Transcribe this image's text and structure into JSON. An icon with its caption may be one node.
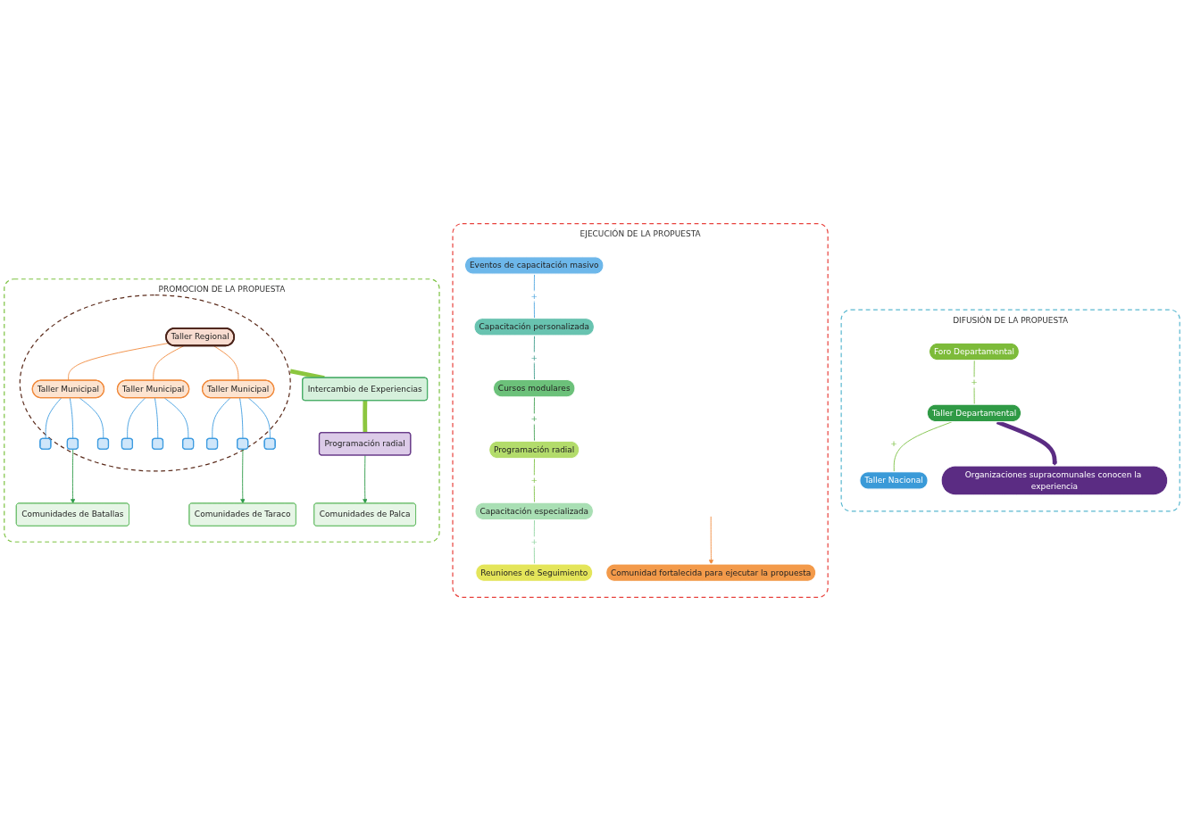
{
  "diagram": {
    "nodes": [
      {
        "text": [
          "PROMOCION DE LA PROPUESTA"
        ]
      },
      {
        "text": [
          "EJECUCIÓN DE LA PROPUESTA"
        ]
      },
      {
        "text": [
          "DIFUSIÓN DE LA PROPUESTA"
        ]
      },
      {
        "text": [],
        "shape": "ellipse",
        "in": 0
      },
      {
        "text": [
          "Taller Regional"
        ],
        "in": 3
      },
      {
        "text": [
          "Taller Municipal"
        ],
        "in": 3
      },
      {
        "text": [
          "Taller Municipal"
        ],
        "in": 3
      },
      {
        "text": [
          "Taller Municipal"
        ],
        "in": 3
      },
      {
        "text": [],
        "shape": "box",
        "in": 3
      },
      {
        "text": [],
        "shape": "box",
        "in": 3
      },
      {
        "text": [],
        "shape": "box",
        "in": 3
      },
      {
        "text": [],
        "shape": "box",
        "in": 3
      },
      {
        "text": [],
        "shape": "box",
        "in": 3
      },
      {
        "text": [],
        "shape": "box",
        "in": 3
      },
      {
        "text": [],
        "shape": "box",
        "in": 3
      },
      {
        "text": [],
        "shape": "box",
        "in": 3
      },
      {
        "text": [],
        "shape": "box",
        "in": 3
      },
      {
        "text": [
          "Intercambio de Experiencias"
        ],
        "in": 0
      },
      {
        "text": [
          "Programación radial"
        ],
        "in": 0
      },
      {
        "text": [
          "Comunidades de Batallas"
        ],
        "in": 0
      },
      {
        "text": [
          "Comunidades de Palca"
        ],
        "in": 0
      },
      {
        "text": [
          "Comunidades de Taraco"
        ],
        "in": 0
      },
      {
        "text": [
          "Eventos de capacitación masivo"
        ],
        "in": 1
      },
      {
        "text": [
          "Capacitación personalizada"
        ],
        "in": 1
      },
      {
        "text": [
          "Cursos modulares"
        ],
        "in": 1
      },
      {
        "text": [
          "Programación radial"
        ],
        "in": 1
      },
      {
        "text": [
          "Capacitación especializada"
        ],
        "in": 1
      },
      {
        "text": [
          "Reuniones de Seguimiento"
        ],
        "in": 1
      },
      {
        "text": [
          "Comunidad fortalecida para ejecutar la propuesta"
        ],
        "in": 1
      },
      {
        "text": [
          "Foro Departamental"
        ],
        "in": 2
      },
      {
        "text": [
          "Taller Departamental"
        ],
        "in": 2
      },
      {
        "text": [
          "Taller Nacional"
        ],
        "in": 2
      },
      {
        "text": [
          "Organizaciones supracomunales conocen la experiencia"
        ],
        "in": 2
      }
    ],
    "edges": [
      {
        "from": 4,
        "to": 5,
        "arrow": "none",
        "color": "#f08a3c"
      },
      {
        "from": 4,
        "to": 6,
        "arrow": "none",
        "color": "#f08a3c"
      },
      {
        "from": 4,
        "to": 7,
        "arrow": "none",
        "color": "#f08a3c"
      },
      {
        "from": 5,
        "to": 8,
        "arrow": "none",
        "color": "#3d9be0"
      },
      {
        "from": 5,
        "to": 9,
        "arrow": "none",
        "color": "#3d9be0"
      },
      {
        "from": 5,
        "to": 10,
        "arrow": "none",
        "color": "#3d9be0"
      },
      {
        "from": 6,
        "to": 11,
        "arrow": "none",
        "color": "#3d9be0"
      },
      {
        "from": 6,
        "to": 12,
        "arrow": "none",
        "color": "#3d9be0"
      },
      {
        "from": 6,
        "to": 13,
        "arrow": "none",
        "color": "#3d9be0"
      },
      {
        "from": 7,
        "to": 14,
        "arrow": "none",
        "color": "#3d9be0"
      },
      {
        "from": 7,
        "to": 15,
        "arrow": "none",
        "color": "#3d9be0"
      },
      {
        "from": 7,
        "to": 16,
        "arrow": "none",
        "color": "#3d9be0"
      },
      {
        "from": 3,
        "to": 17,
        "arrow": "none",
        "style": "thick",
        "color": "#8cc63f"
      },
      {
        "from": 17,
        "to": 18,
        "arrow": "none",
        "style": "thick",
        "color": "#8cc63f"
      },
      {
        "from": 9,
        "to": 19,
        "arrow": "to",
        "color": "#2e9a48"
      },
      {
        "from": 18,
        "to": 20,
        "arrow": "to",
        "color": "#2e9a48"
      },
      {
        "from": 15,
        "to": 21,
        "arrow": "to",
        "color": "#2e9a48"
      },
      {
        "from": 22,
        "to": 23,
        "label": "+",
        "arrow": "none",
        "color": "#4aa3df"
      },
      {
        "from": 23,
        "to": 24,
        "label": "+",
        "arrow": "none",
        "color": "#3a9a8a"
      },
      {
        "from": 24,
        "to": 25,
        "label": "+",
        "arrow": "none",
        "color": "#3f9f4f"
      },
      {
        "from": 25,
        "to": 26,
        "label": "+",
        "arrow": "none",
        "color": "#7bc043"
      },
      {
        "from": 26,
        "to": 27,
        "label": "+",
        "arrow": "none",
        "color": "#8fd3a0"
      },
      {
        "from": null,
        "to": 28,
        "arrow": "to",
        "color": "#f08a3c"
      },
      {
        "from": 29,
        "to": 30,
        "label": "+",
        "arrow": "none",
        "color": "#7bc043"
      },
      {
        "from": 30,
        "to": 31,
        "label": "+",
        "arrow": "none",
        "color": "#7bc043"
      },
      {
        "from": 30,
        "to": 32,
        "arrow": "to",
        "style": "thick",
        "color": "#5b2c83"
      }
    ]
  }
}
